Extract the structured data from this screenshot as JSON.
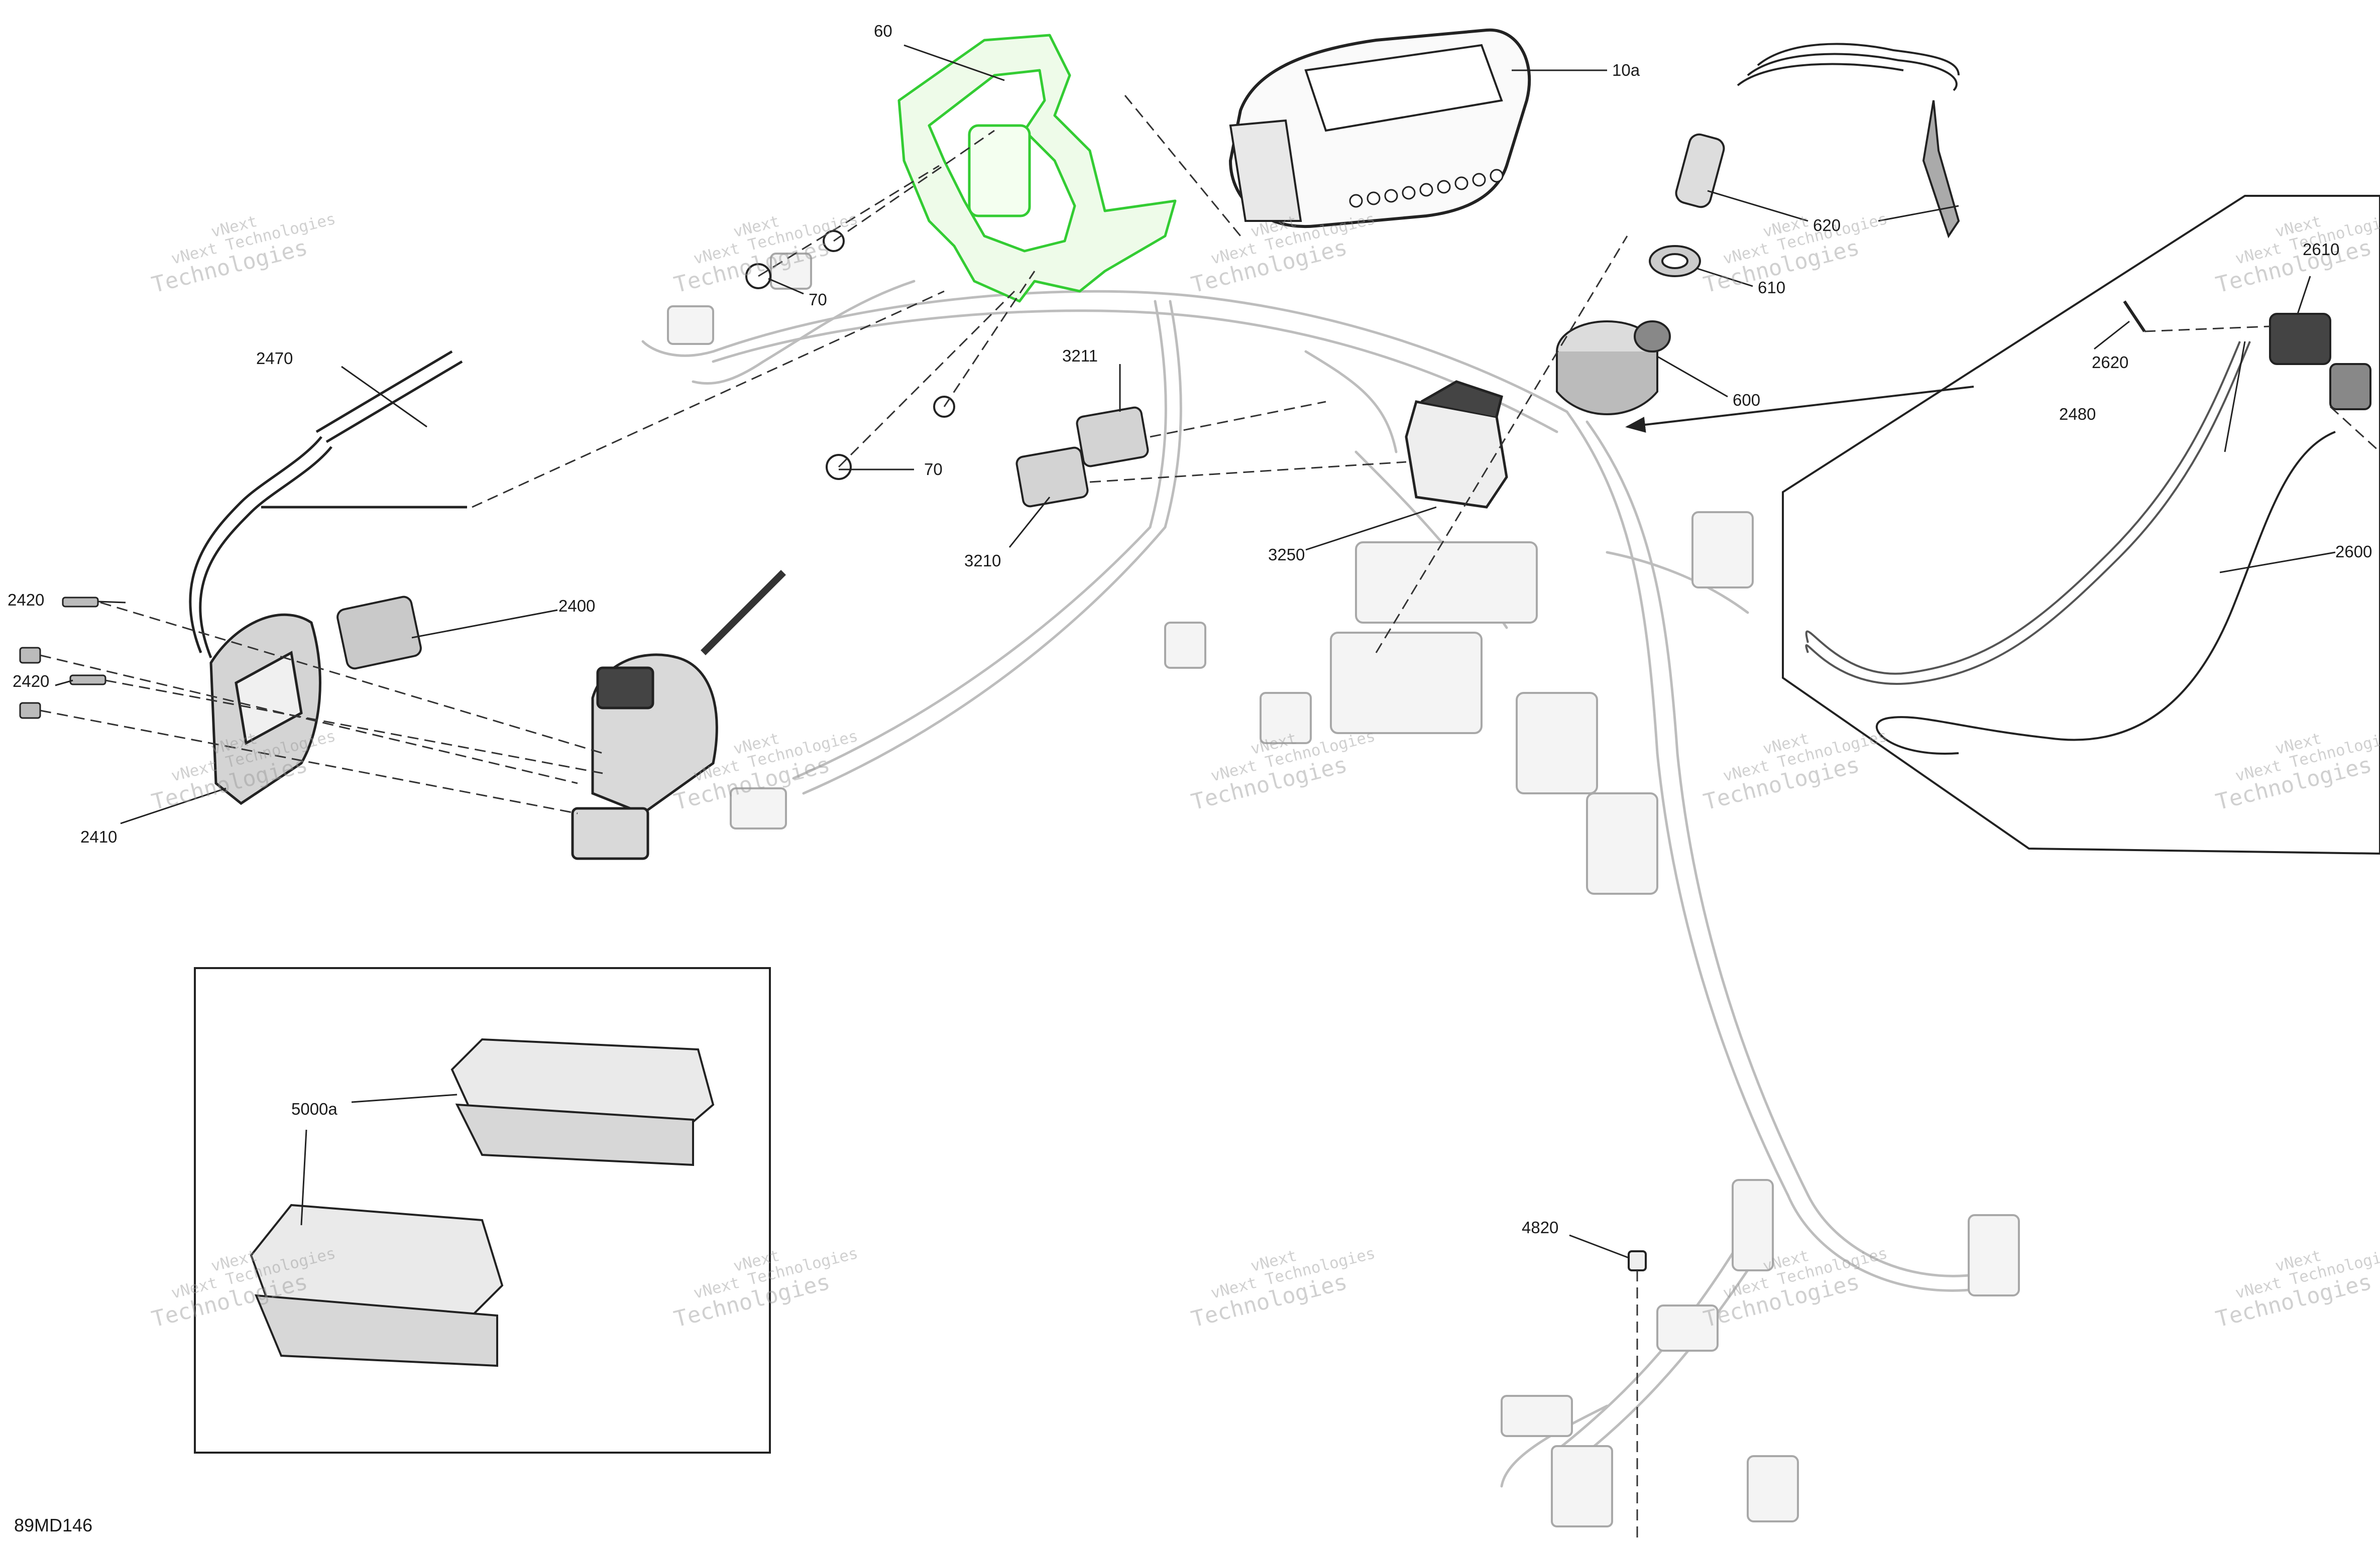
{
  "diagram": {
    "code": "89MD146",
    "watermark": {
      "line1": "vNext",
      "line2": "vNext Technologies",
      "line3": "Technologies"
    },
    "parts": {
      "p60": "60",
      "p70a": "70",
      "p70b": "70",
      "p10a": "10a",
      "p620": "620",
      "p610": "610",
      "p600": "600",
      "p2470": "2470",
      "p3211": "3211",
      "p3210": "3210",
      "p3250": "3250",
      "p2420a": "2420",
      "p2420b": "2420",
      "p2400": "2400",
      "p2410": "2410",
      "p2610": "2610",
      "p2620": "2620",
      "p2480": "2480",
      "p2600": "2600",
      "p5000a": "5000a",
      "p4820": "4820"
    },
    "colors": {
      "highlight": "#33cc33",
      "line": "#222222",
      "ghost": "#c8c8c8"
    }
  }
}
